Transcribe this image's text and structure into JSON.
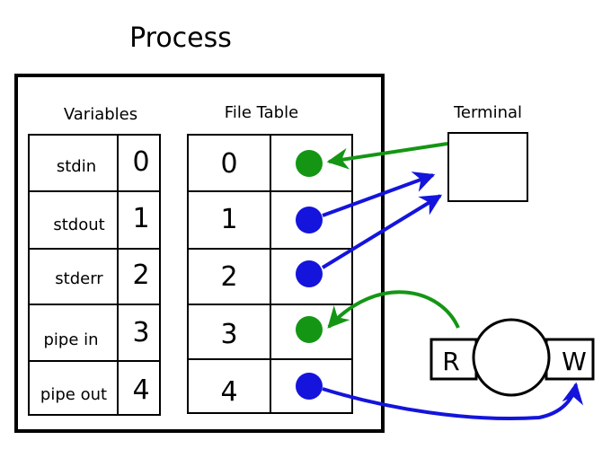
{
  "title": "Process",
  "variables": {
    "header": "Variables",
    "rows": [
      {
        "name": "stdin",
        "index": "0"
      },
      {
        "name": "stdout",
        "index": "1"
      },
      {
        "name": "stderr",
        "index": "2"
      },
      {
        "name": "pipe in",
        "index": "3"
      },
      {
        "name": "pipe out",
        "index": "4"
      }
    ]
  },
  "file_table": {
    "header": "File Table",
    "rows": [
      {
        "index": "0",
        "dot_color": "#149614"
      },
      {
        "index": "1",
        "dot_color": "#1414dc"
      },
      {
        "index": "2",
        "dot_color": "#1414dc"
      },
      {
        "index": "3",
        "dot_color": "#149614"
      },
      {
        "index": "4",
        "dot_color": "#1414dc"
      }
    ]
  },
  "terminal": {
    "label": "Terminal"
  },
  "pipe": {
    "read_label": "R",
    "write_label": "W"
  },
  "colors": {
    "read_arrow": "#149614",
    "write_arrow": "#1414dc",
    "outline": "#000000"
  }
}
